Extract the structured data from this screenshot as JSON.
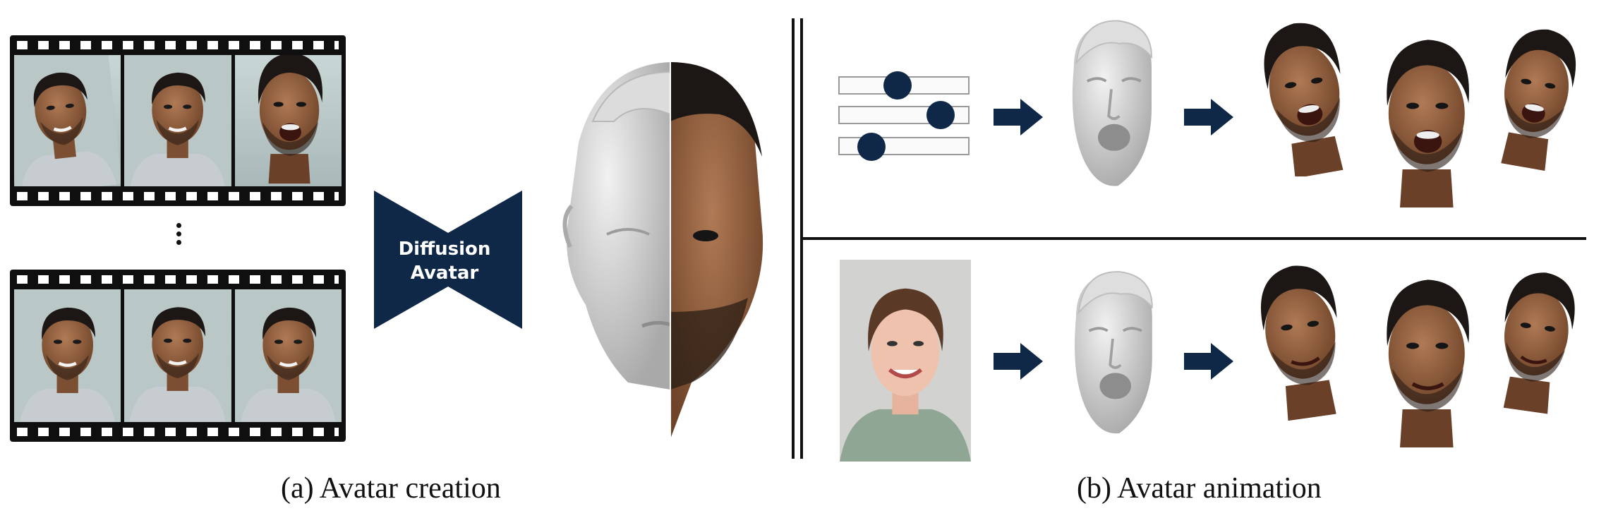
{
  "avatar_creation": {
    "network_label_line1": "Diffusion",
    "network_label_line2": "Avatar",
    "ellipsis": "⋮",
    "caption": "(a) Avatar creation"
  },
  "avatar_animation": {
    "caption": "(b) Avatar animation",
    "slider_levels": [
      0.45,
      0.78,
      0.25
    ]
  },
  "colors": {
    "navy": "#0f2848",
    "skin": "#8a5a3c",
    "hair": "#1c1714",
    "mesh_gray": "#cfcfcf"
  },
  "icons": [
    "film-strip",
    "face-video-frame",
    "hourglass-network",
    "mesh-head",
    "slider",
    "arrow-right",
    "reference-photo",
    "animated-head"
  ]
}
